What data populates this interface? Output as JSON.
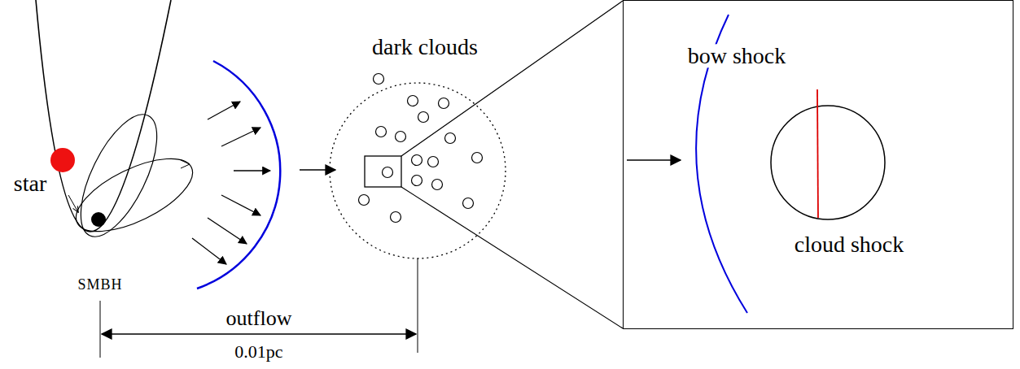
{
  "diagram": {
    "nodes": [
      {
        "text": [
          "dark clouds"
        ]
      },
      {
        "text": [
          "bow shock",
          "cloud shock"
        ]
      }
    ],
    "edges": [
      {
        "from": 0,
        "to": 1,
        "arrow": "none"
      }
    ],
    "labels": [
      "star",
      "SMBH",
      "outflow",
      "0.01pc"
    ]
  }
}
